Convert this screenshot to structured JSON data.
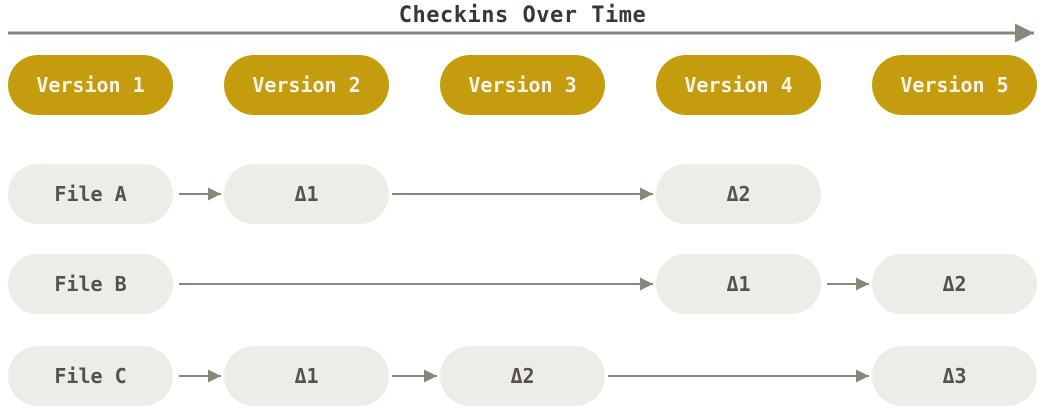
{
  "diagram": {
    "title": "Checkins Over Time",
    "versions": [
      "Version 1",
      "Version 2",
      "Version 3",
      "Version 4",
      "Version 5"
    ],
    "rows": [
      {
        "file": "File A",
        "deltas": [
          {
            "label": "Δ1",
            "col": 2
          },
          {
            "label": "Δ2",
            "col": 4
          }
        ]
      },
      {
        "file": "File B",
        "deltas": [
          {
            "label": "Δ1",
            "col": 4
          },
          {
            "label": "Δ2",
            "col": 5
          }
        ]
      },
      {
        "file": "File C",
        "deltas": [
          {
            "label": "Δ1",
            "col": 2
          },
          {
            "label": "Δ2",
            "col": 3
          },
          {
            "label": "Δ3",
            "col": 5
          }
        ]
      }
    ],
    "colors": {
      "version_pill": "#c49c0e",
      "version_text": "#f7f3e8",
      "file_pill": "#edece6",
      "file_text": "#55524d",
      "arrow": "#8c8579",
      "title_text": "#3a3733",
      "background": "#ffffff"
    }
  }
}
